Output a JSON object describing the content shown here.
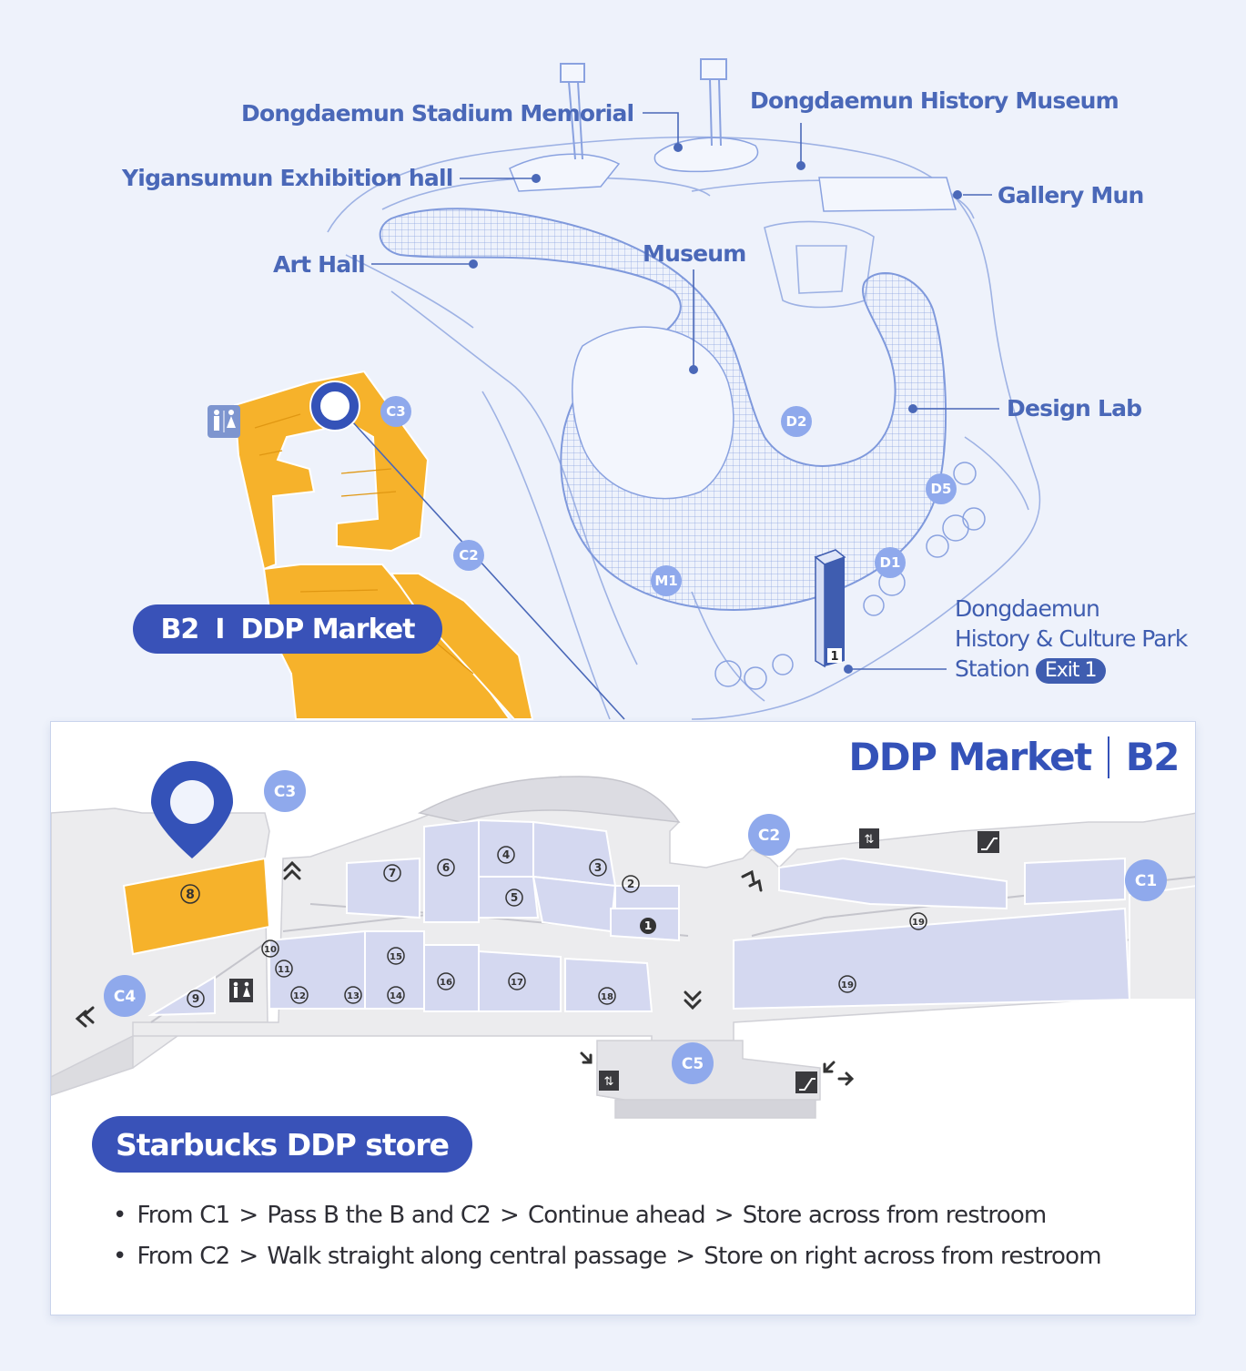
{
  "top_map": {
    "labels": {
      "stadium_memorial": "Dongdaemun Stadium Memorial",
      "history_museum": "Dongdaemun History Museum",
      "yigansumun": "Yigansumun Exhibition hall",
      "gallery_mun": "Gallery Mun",
      "art_hall": "Art Hall",
      "museum": "Museum",
      "design_lab": "Design Lab"
    },
    "station": {
      "line1": "Dongdaemun",
      "line2": "History & Culture Park",
      "line3": "Station",
      "exit": "Exit 1"
    },
    "markers": {
      "c3": "C3",
      "c2": "C2",
      "d2": "D2",
      "d5": "D5",
      "d1": "D1",
      "m1": "M1"
    },
    "station_sign_number": "1",
    "floor_pill": {
      "floor": "B2",
      "separator": "I",
      "name": "DDP Market"
    }
  },
  "floor_plan": {
    "title": {
      "name": "DDP Market",
      "floor": "B2"
    },
    "entrances": {
      "c1": "C1",
      "c2": "C2",
      "c3": "C3",
      "c4": "C4",
      "c5": "C5"
    },
    "units": {
      "u1": "1",
      "u2": "2",
      "u3": "3",
      "u4": "4",
      "u5": "5",
      "u6": "6",
      "u7": "7",
      "u8": "8",
      "u9": "9",
      "u10": "10",
      "u11": "11",
      "u12": "12",
      "u13": "13",
      "u14": "14",
      "u15": "15",
      "u16": "16",
      "u17": "17",
      "u18": "18",
      "u19a": "19",
      "u19b": "19"
    },
    "colors": {
      "highlight": "#f6b22b",
      "shop": "#d4d8f0",
      "accent": "#3952b8"
    }
  },
  "store": {
    "name": "Starbucks DDP store",
    "bullet": "•",
    "arrow": ">",
    "route1": [
      "From C1",
      "Pass B the B and C2",
      "Continue ahead",
      "Store across from restroom"
    ],
    "route2": [
      "From C2",
      "Walk straight along central passage",
      "Store on right across from restroom"
    ]
  }
}
